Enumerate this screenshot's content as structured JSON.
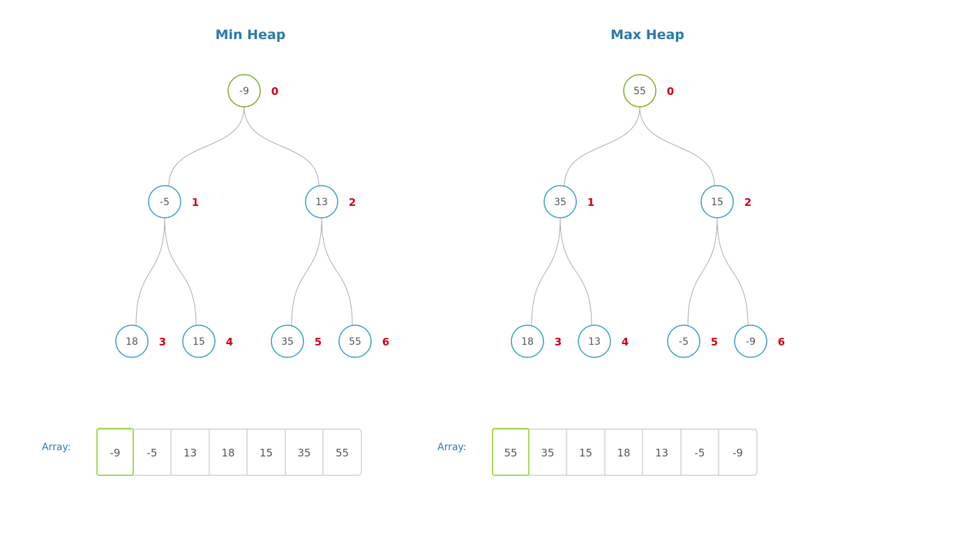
{
  "colors": {
    "title": "#2a7aa8",
    "node_stroke": "#3a9fcc",
    "root_stroke": "#7faa2a",
    "index": "#d0021b",
    "edge": "#aaaaaa",
    "array_label": "#2a7aa8",
    "highlight_cell": "#a6d95a",
    "highlight_text": "#7faa2a",
    "cell_border": "#bbbbbb",
    "text": "#555555"
  },
  "heaps": [
    {
      "id": "min-heap",
      "title": "Min Heap",
      "array_label": "Array:",
      "values": [
        "-9",
        "-5",
        "13",
        "18",
        "15",
        "35",
        "55"
      ],
      "indices": [
        "0",
        "1",
        "2",
        "3",
        "4",
        "5",
        "6"
      ],
      "highlight_text_cells": [
        0,
        6
      ]
    },
    {
      "id": "max-heap",
      "title": "Max Heap",
      "array_label": "Array:",
      "values": [
        "55",
        "35",
        "15",
        "18",
        "13",
        "-5",
        "-9"
      ],
      "indices": [
        "0",
        "1",
        "2",
        "3",
        "4",
        "5",
        "6"
      ],
      "highlight_text_cells": [
        0
      ]
    }
  ]
}
